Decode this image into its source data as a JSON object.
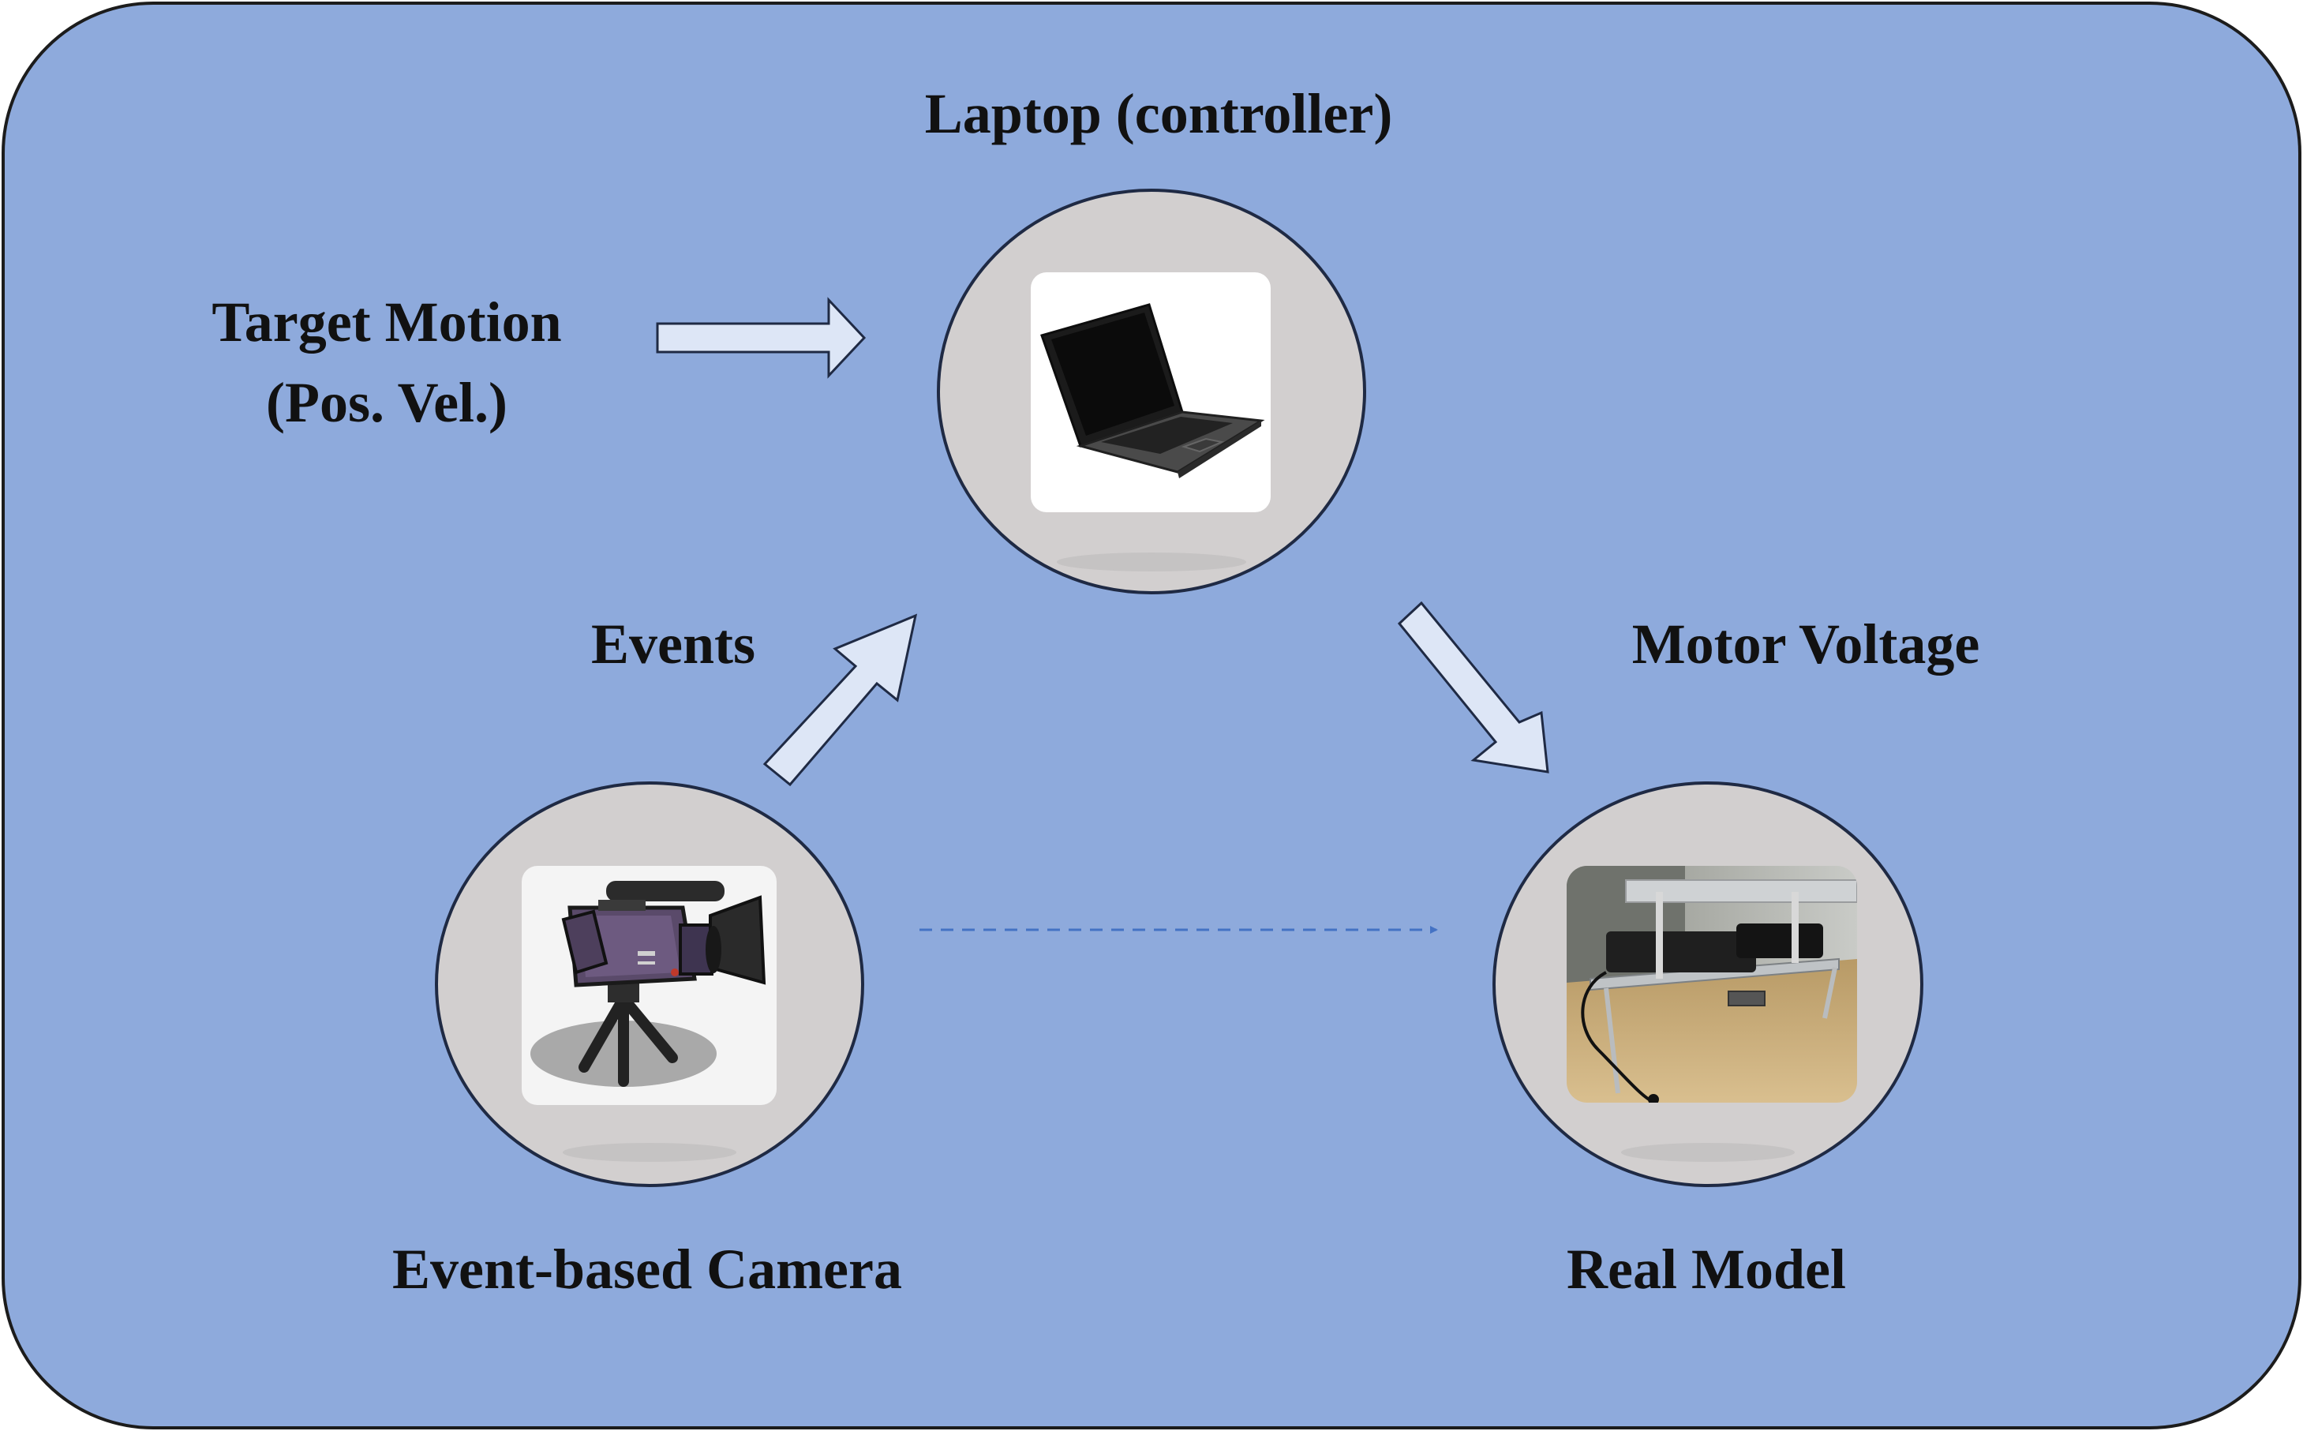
{
  "diagram": {
    "colors": {
      "panel_fill": "#8eaadc",
      "panel_stroke": "#1c1c1c",
      "node_fill": "#d2cfcf",
      "node_stroke": "#1f2a44",
      "arrow_fill": "#dde6f6",
      "arrow_stroke": "#1f2a44",
      "dashed_arrow": "#4472c4"
    },
    "nodes": {
      "laptop": {
        "label": "Laptop (controller)",
        "icon": "laptop-icon"
      },
      "camera": {
        "label": "Event-based Camera",
        "icon": "video-camera-icon"
      },
      "model": {
        "label": "Real Model",
        "icon": "motor-rig-photo"
      }
    },
    "input": {
      "line1": "Target Motion",
      "line2": "(Pos. Vel.)"
    },
    "edges": {
      "events": "Events",
      "motor_voltage": "Motor Voltage"
    }
  }
}
